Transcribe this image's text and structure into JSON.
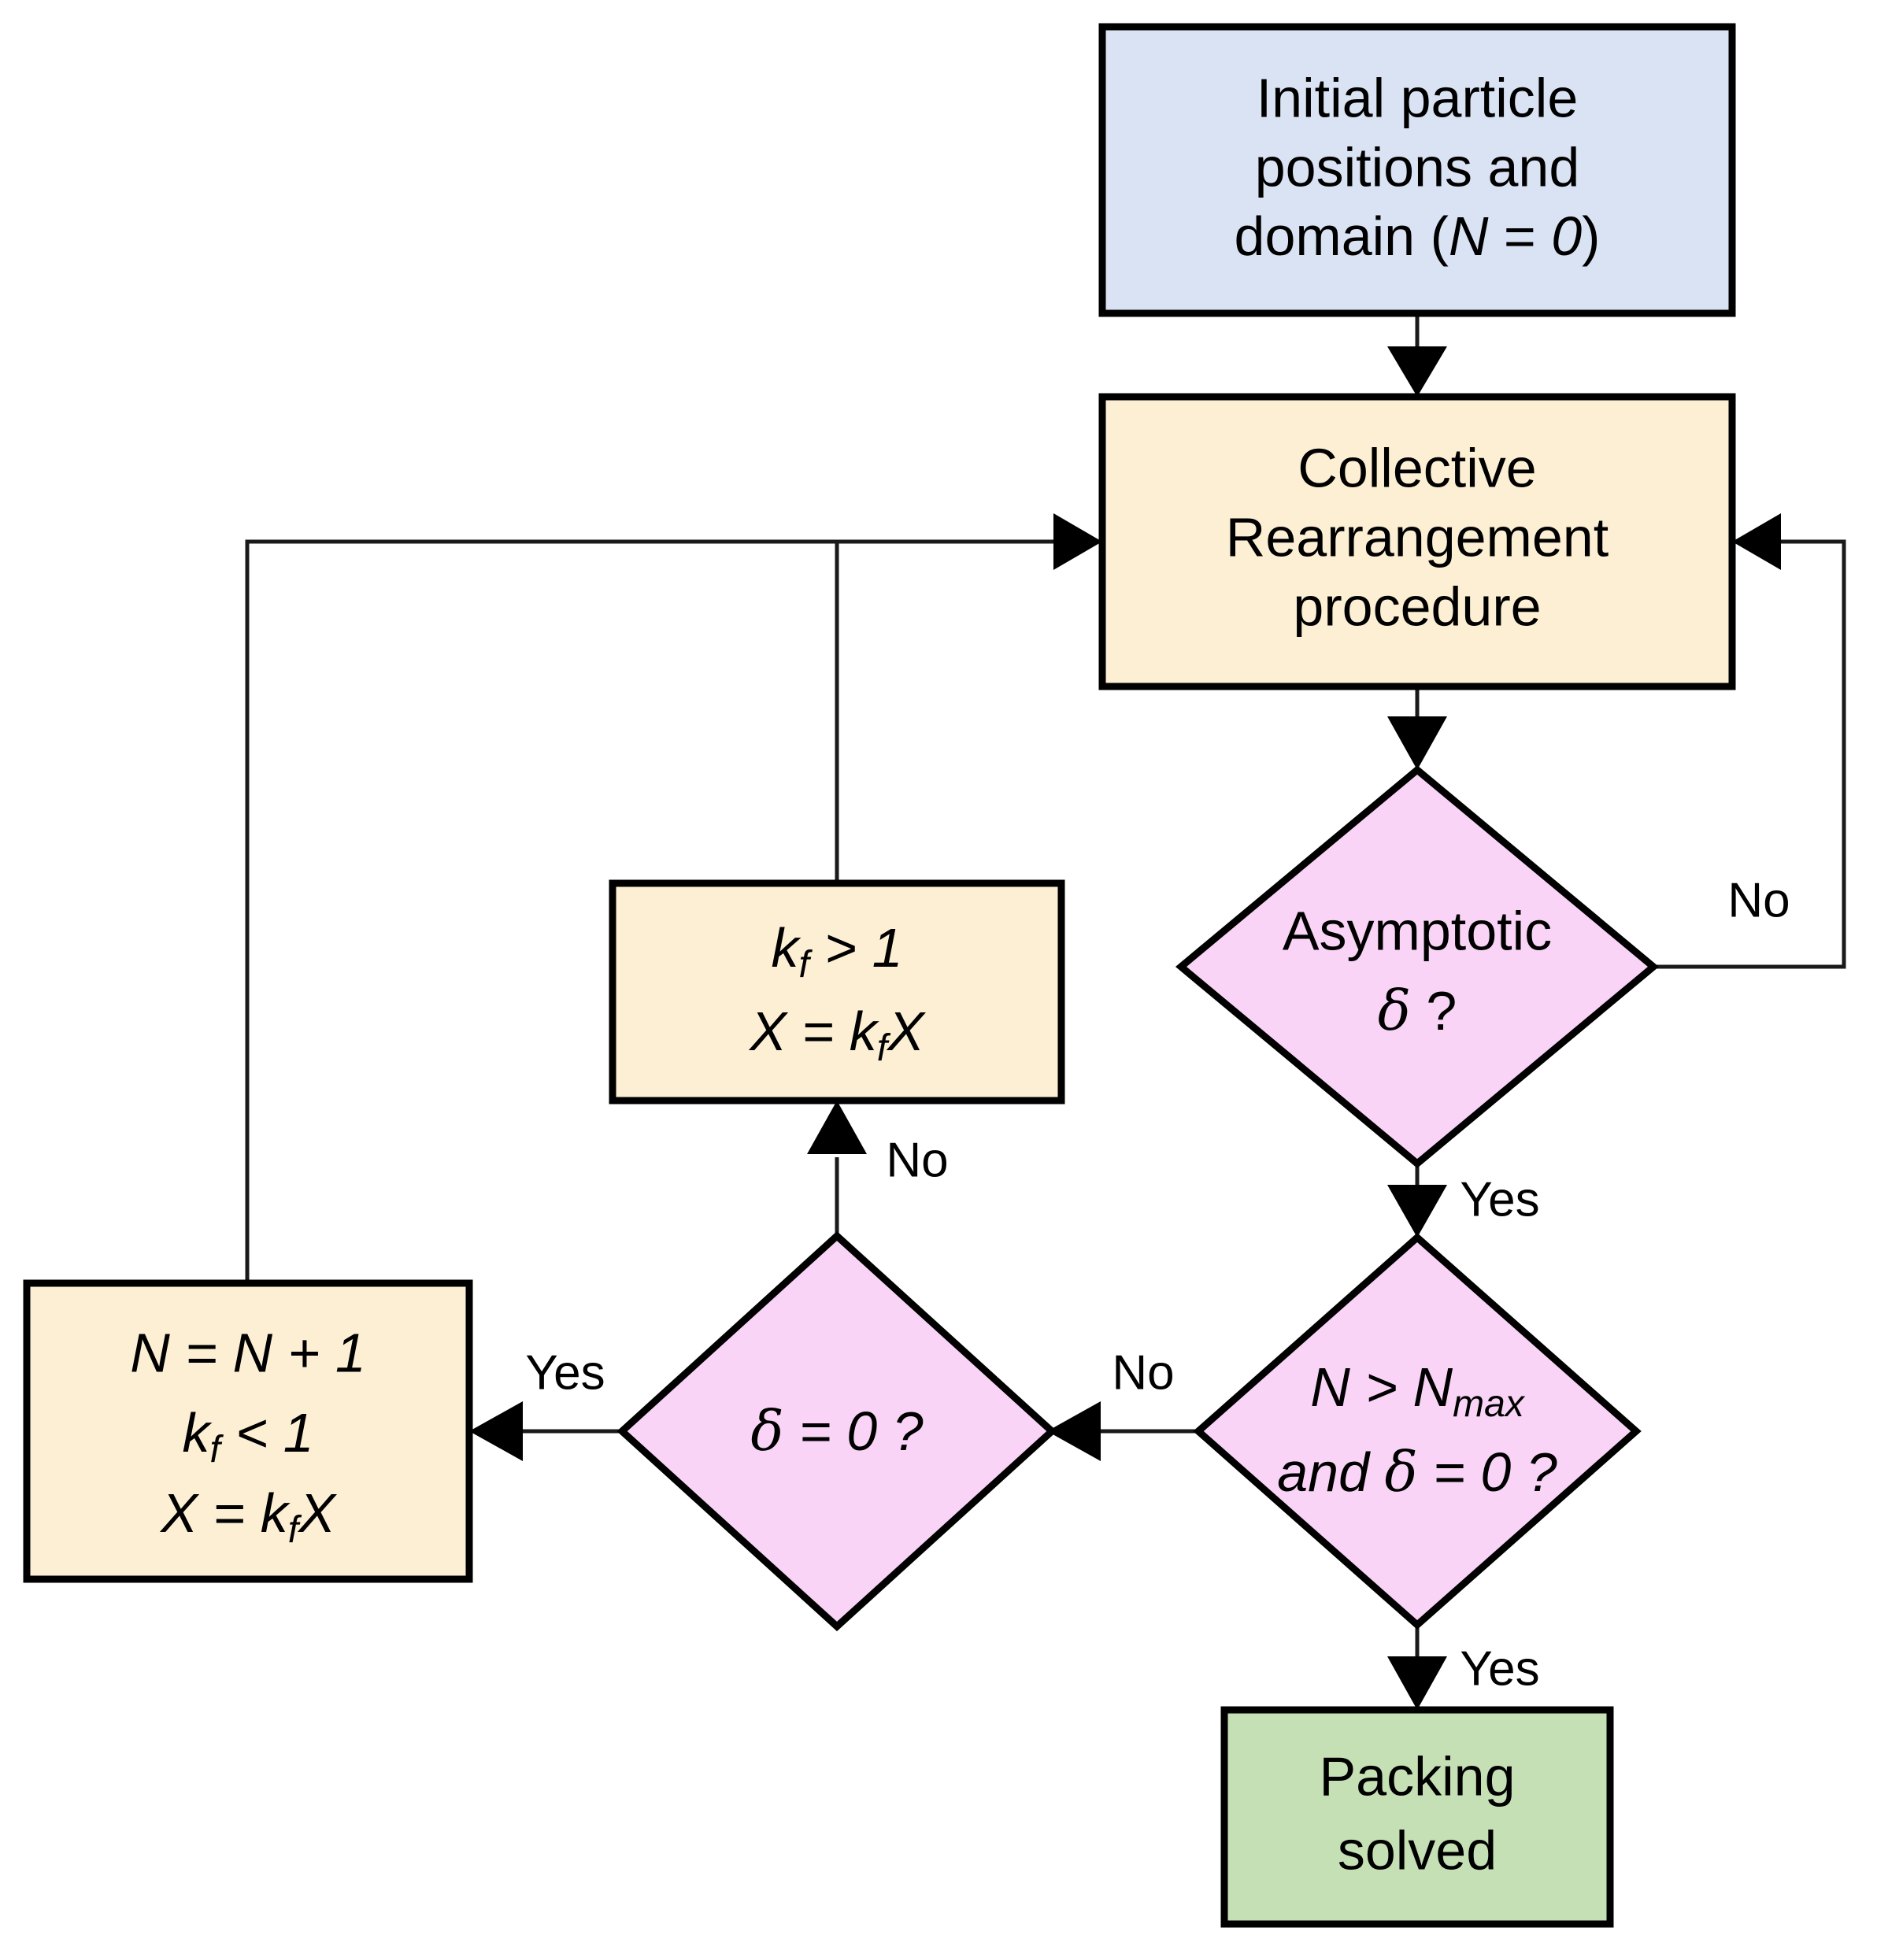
{
  "diagram": {
    "title": "Collective rearrangement packing algorithm flowchart",
    "colors": {
      "start_fill": "#dae3f3",
      "process_fill": "#fcefd4",
      "decision_fill": "#f9d4f6",
      "terminal_fill": "#c5e0b4",
      "stroke": "#000000",
      "edge": "#1a1a1a"
    }
  },
  "nodes": {
    "start": {
      "id": "initial-conditions",
      "type": "process",
      "line1": "Initial particle",
      "line2": "positions and",
      "line3_prefix": "domain (",
      "line3_var": "N",
      "line3_eq": " = ",
      "line3_val": "0",
      "line3_suffix": ")"
    },
    "collective": {
      "id": "collective-rearrangement",
      "type": "process",
      "line1": "Collective",
      "line2": "Rearrangement",
      "line3": "procedure"
    },
    "asymptotic": {
      "id": "asymptotic-decision",
      "type": "decision",
      "line1": "Asymptotic",
      "line2_sym": "δ",
      "line2_q": " ?"
    },
    "kf_grow": {
      "id": "kf-greater-than-one",
      "type": "process",
      "line1_k": "k",
      "line1_sub": "f",
      "line1_rest": " > 1",
      "line2_x": "X",
      "line2_eq": " = ",
      "line2_k": "k",
      "line2_sub": "f",
      "line2_x2": "X"
    },
    "delta_zero": {
      "id": "delta-equals-zero-decision",
      "type": "decision",
      "sym": "δ",
      "rest": " = 0 ?"
    },
    "increment": {
      "id": "increment-n-shrink",
      "type": "process",
      "line1": "N = N + 1",
      "line2_k": "k",
      "line2_sub": "f",
      "line2_rest": " < 1",
      "line3_x": "X",
      "line3_eq": " = ",
      "line3_k": "k",
      "line3_sub": "f",
      "line3_x2": "X"
    },
    "nmax": {
      "id": "n-greater-nmax-decision",
      "type": "decision",
      "line1_n": "N > N",
      "line1_sub": "max",
      "line2_and": "and ",
      "line2_sym": "δ",
      "line2_rest": " = 0 ?"
    },
    "solved": {
      "id": "packing-solved",
      "type": "terminal",
      "line1": "Packing",
      "line2": "solved"
    }
  },
  "edges": [
    {
      "id": "start-to-collective",
      "label": ""
    },
    {
      "id": "collective-to-asymptotic",
      "label": ""
    },
    {
      "id": "asymptotic-no-loop",
      "label": "No"
    },
    {
      "id": "asymptotic-yes-to-nmax",
      "label": "Yes"
    },
    {
      "id": "nmax-yes-to-solved",
      "label": "Yes"
    },
    {
      "id": "nmax-no-to-delta",
      "label": "No"
    },
    {
      "id": "delta-no-to-kf-grow",
      "label": "No"
    },
    {
      "id": "delta-yes-to-increment",
      "label": "Yes"
    },
    {
      "id": "kf-grow-to-collective",
      "label": ""
    },
    {
      "id": "increment-to-collective",
      "label": ""
    }
  ],
  "labels": {
    "asymptotic_no": "No",
    "asymptotic_yes": "Yes",
    "nmax_yes": "Yes",
    "nmax_no": "No",
    "delta_no": "No",
    "delta_yes": "Yes"
  }
}
